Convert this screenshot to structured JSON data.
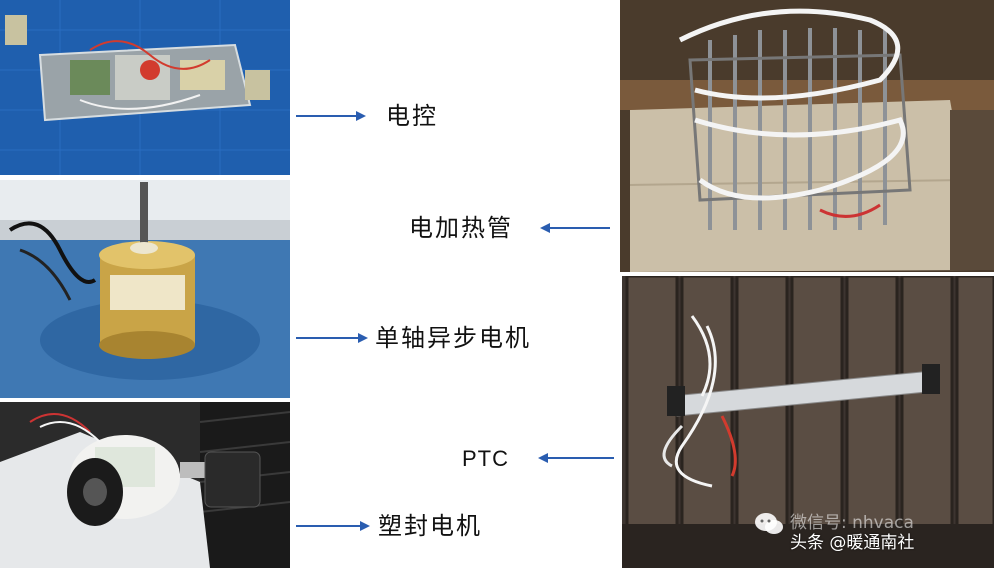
{
  "labels": {
    "control": "电控",
    "heater_tube": "电加热管",
    "single_axis_motor": "单轴异步电机",
    "ptc": "PTC",
    "plastic_motor": "塑封电机"
  },
  "watermark": {
    "faint": "微信号: nhvaca",
    "main": "头条 @暖通南社"
  },
  "colors": {
    "arrow": "#2a5db0",
    "blue_board": "#1f5fae",
    "wood": "#5a4a3a"
  },
  "icons": {
    "arrow_right": "arrow-right-icon",
    "arrow_left": "arrow-left-icon",
    "watermark_logo": "wechat-logo-icon"
  }
}
